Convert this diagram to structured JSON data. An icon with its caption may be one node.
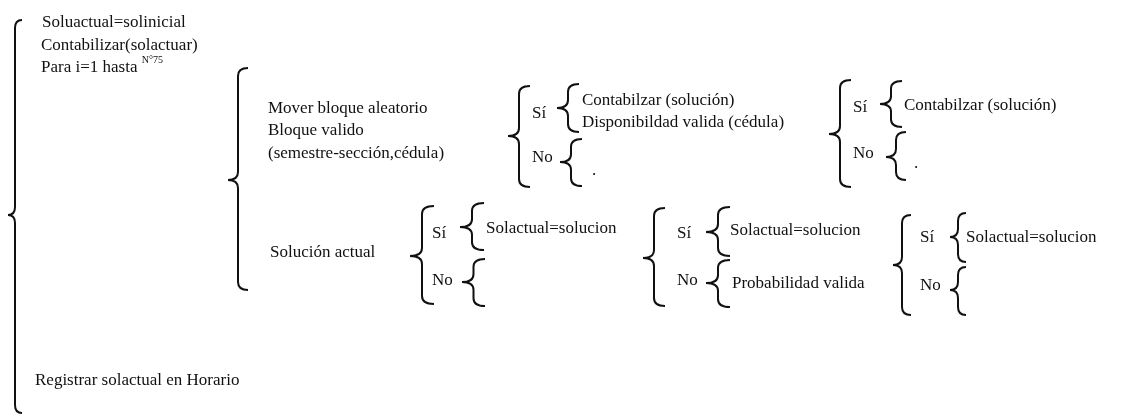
{
  "diagram": {
    "labels": [
      "Soluactual=solinicial",
      "Contabilizar(solactuar)",
      "Para i=1 hasta $^{N°75}$",
      "Mover bloque aleatorio",
      "Bloque valido",
      "(semestre-sección,cédula)",
      "Sí",
      "Contabilzar (solución)",
      "Disponibildad valida (cédula)",
      "Sí",
      "Contabilzar (solución)",
      "No",
      ".",
      "No",
      ".",
      "Solución actual",
      "Sí",
      "Solactual=solucion",
      "Sí",
      "Solactual=solucion",
      "Sí",
      "Solactual=solucion",
      "No",
      "No",
      "Probabilidad valida",
      "No",
      "Registrar solactual en Horario"
    ]
  }
}
